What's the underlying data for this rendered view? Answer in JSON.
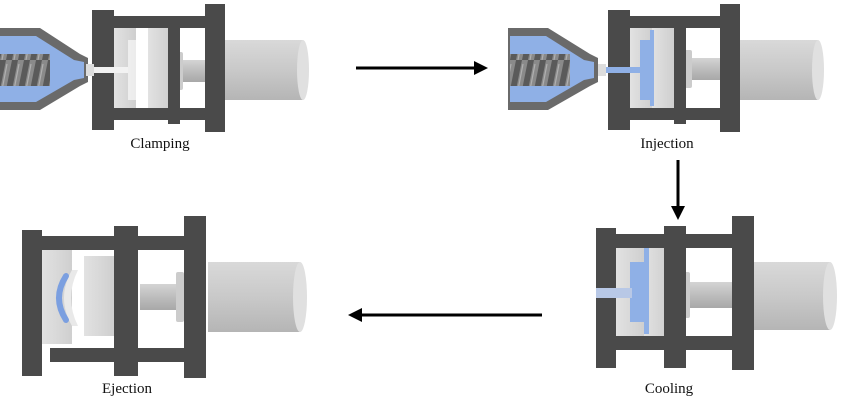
{
  "stages": [
    {
      "id": "clamping",
      "label": "Clamping"
    },
    {
      "id": "injection",
      "label": "Injection"
    },
    {
      "id": "cooling",
      "label": "Cooling"
    },
    {
      "id": "ejection",
      "label": "Ejection"
    }
  ],
  "colors": {
    "frame": "#4a4a4a",
    "frame_light": "#5c5c5c",
    "mold": "#d0d0d0",
    "mold_light": "#e6e6e6",
    "cylinder": "#c8c8c8",
    "plastic": "#8fb0e6",
    "plastic_dark": "#6e93d6",
    "barrel": "#6a6a6a",
    "arrow": "#000000",
    "label": "#111111"
  }
}
